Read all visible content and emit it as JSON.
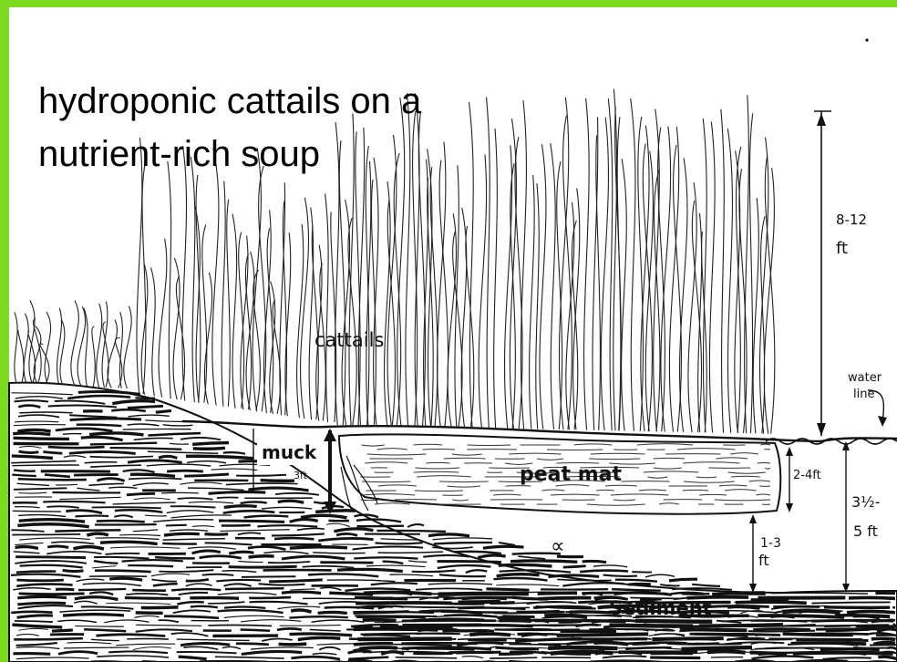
{
  "title": {
    "line1": "hydroponic cattails on a",
    "line2": "nutrient-rich soup"
  },
  "labels": {
    "cattails": "cattails",
    "muck": "muck",
    "muck_depth": "3ft",
    "peat_mat": "peat mat",
    "sediment": "Sediment",
    "height_top": "8-12",
    "height_unit": "ft",
    "water_line_1": "water",
    "water_line_2": "line",
    "mat_thickness": "2-4ft",
    "gap_1": "1-3",
    "gap_2": "ft",
    "depth_1": "3½-",
    "depth_2": "5 ft",
    "fish": "∝"
  },
  "colors": {
    "frame": "#7ddc1f",
    "background": "#ffffff",
    "ink": "#111111"
  }
}
